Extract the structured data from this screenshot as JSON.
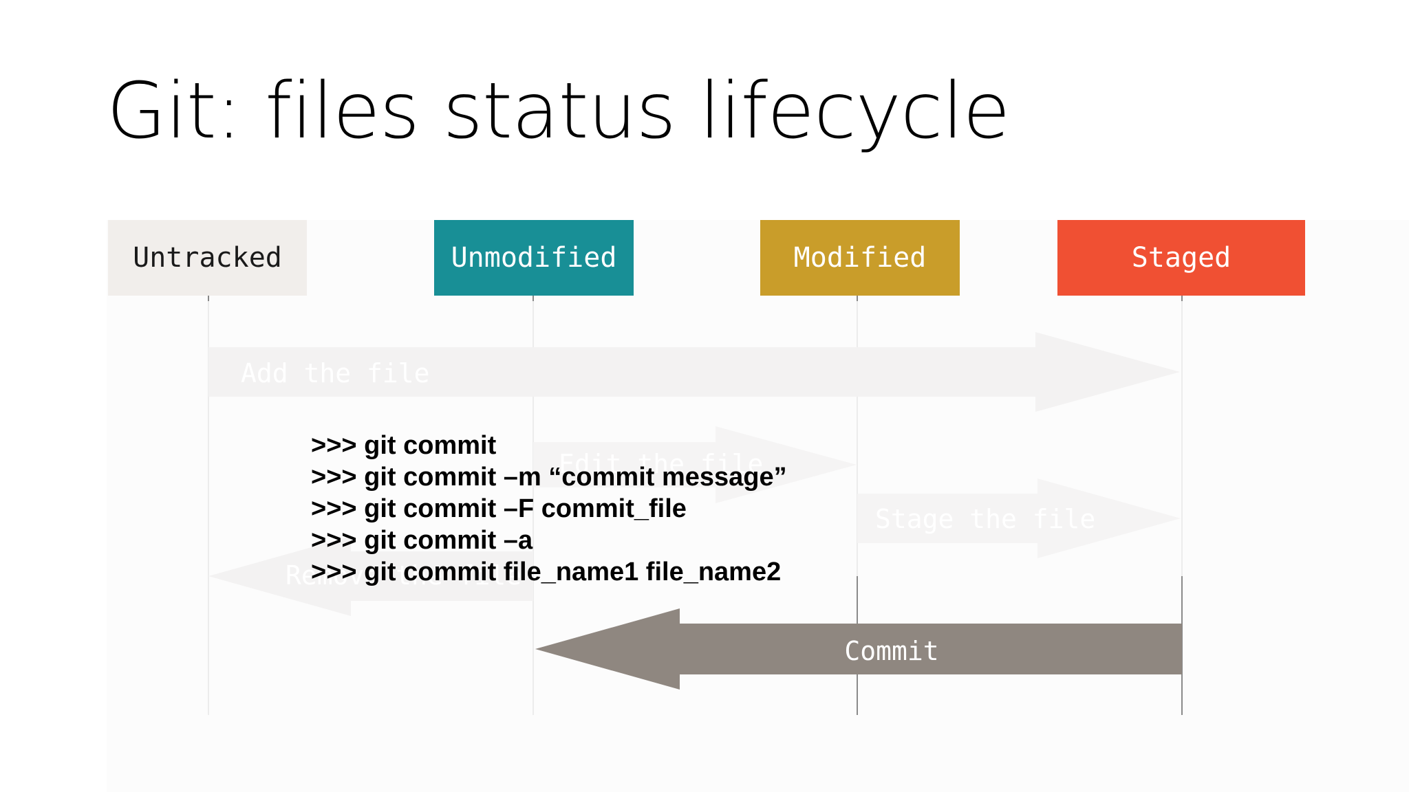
{
  "slide": {
    "title": "Git: files status lifecycle"
  },
  "states": {
    "untracked": "Untracked",
    "unmodified": "Unmodified",
    "modified": "Modified",
    "staged": "Staged"
  },
  "arrows": {
    "add": "Add the file",
    "edit": "Edit the file",
    "stage": "Stage the file",
    "remove": "Remove the file",
    "commit": "Commit"
  },
  "commands": [
    ">>> git commit",
    ">>> git commit –m “commit message”",
    ">>> git commit –F commit_file",
    ">>> git commit –a",
    ">>> git commit file_name1 file_name2"
  ],
  "colors": {
    "untracked": "#f1eeeb",
    "unmodified": "#188f96",
    "modified": "#c99d2a",
    "staged": "#f05033",
    "commit_arrow": "#8f8780",
    "faded_arrow": "#f3f2f2"
  }
}
